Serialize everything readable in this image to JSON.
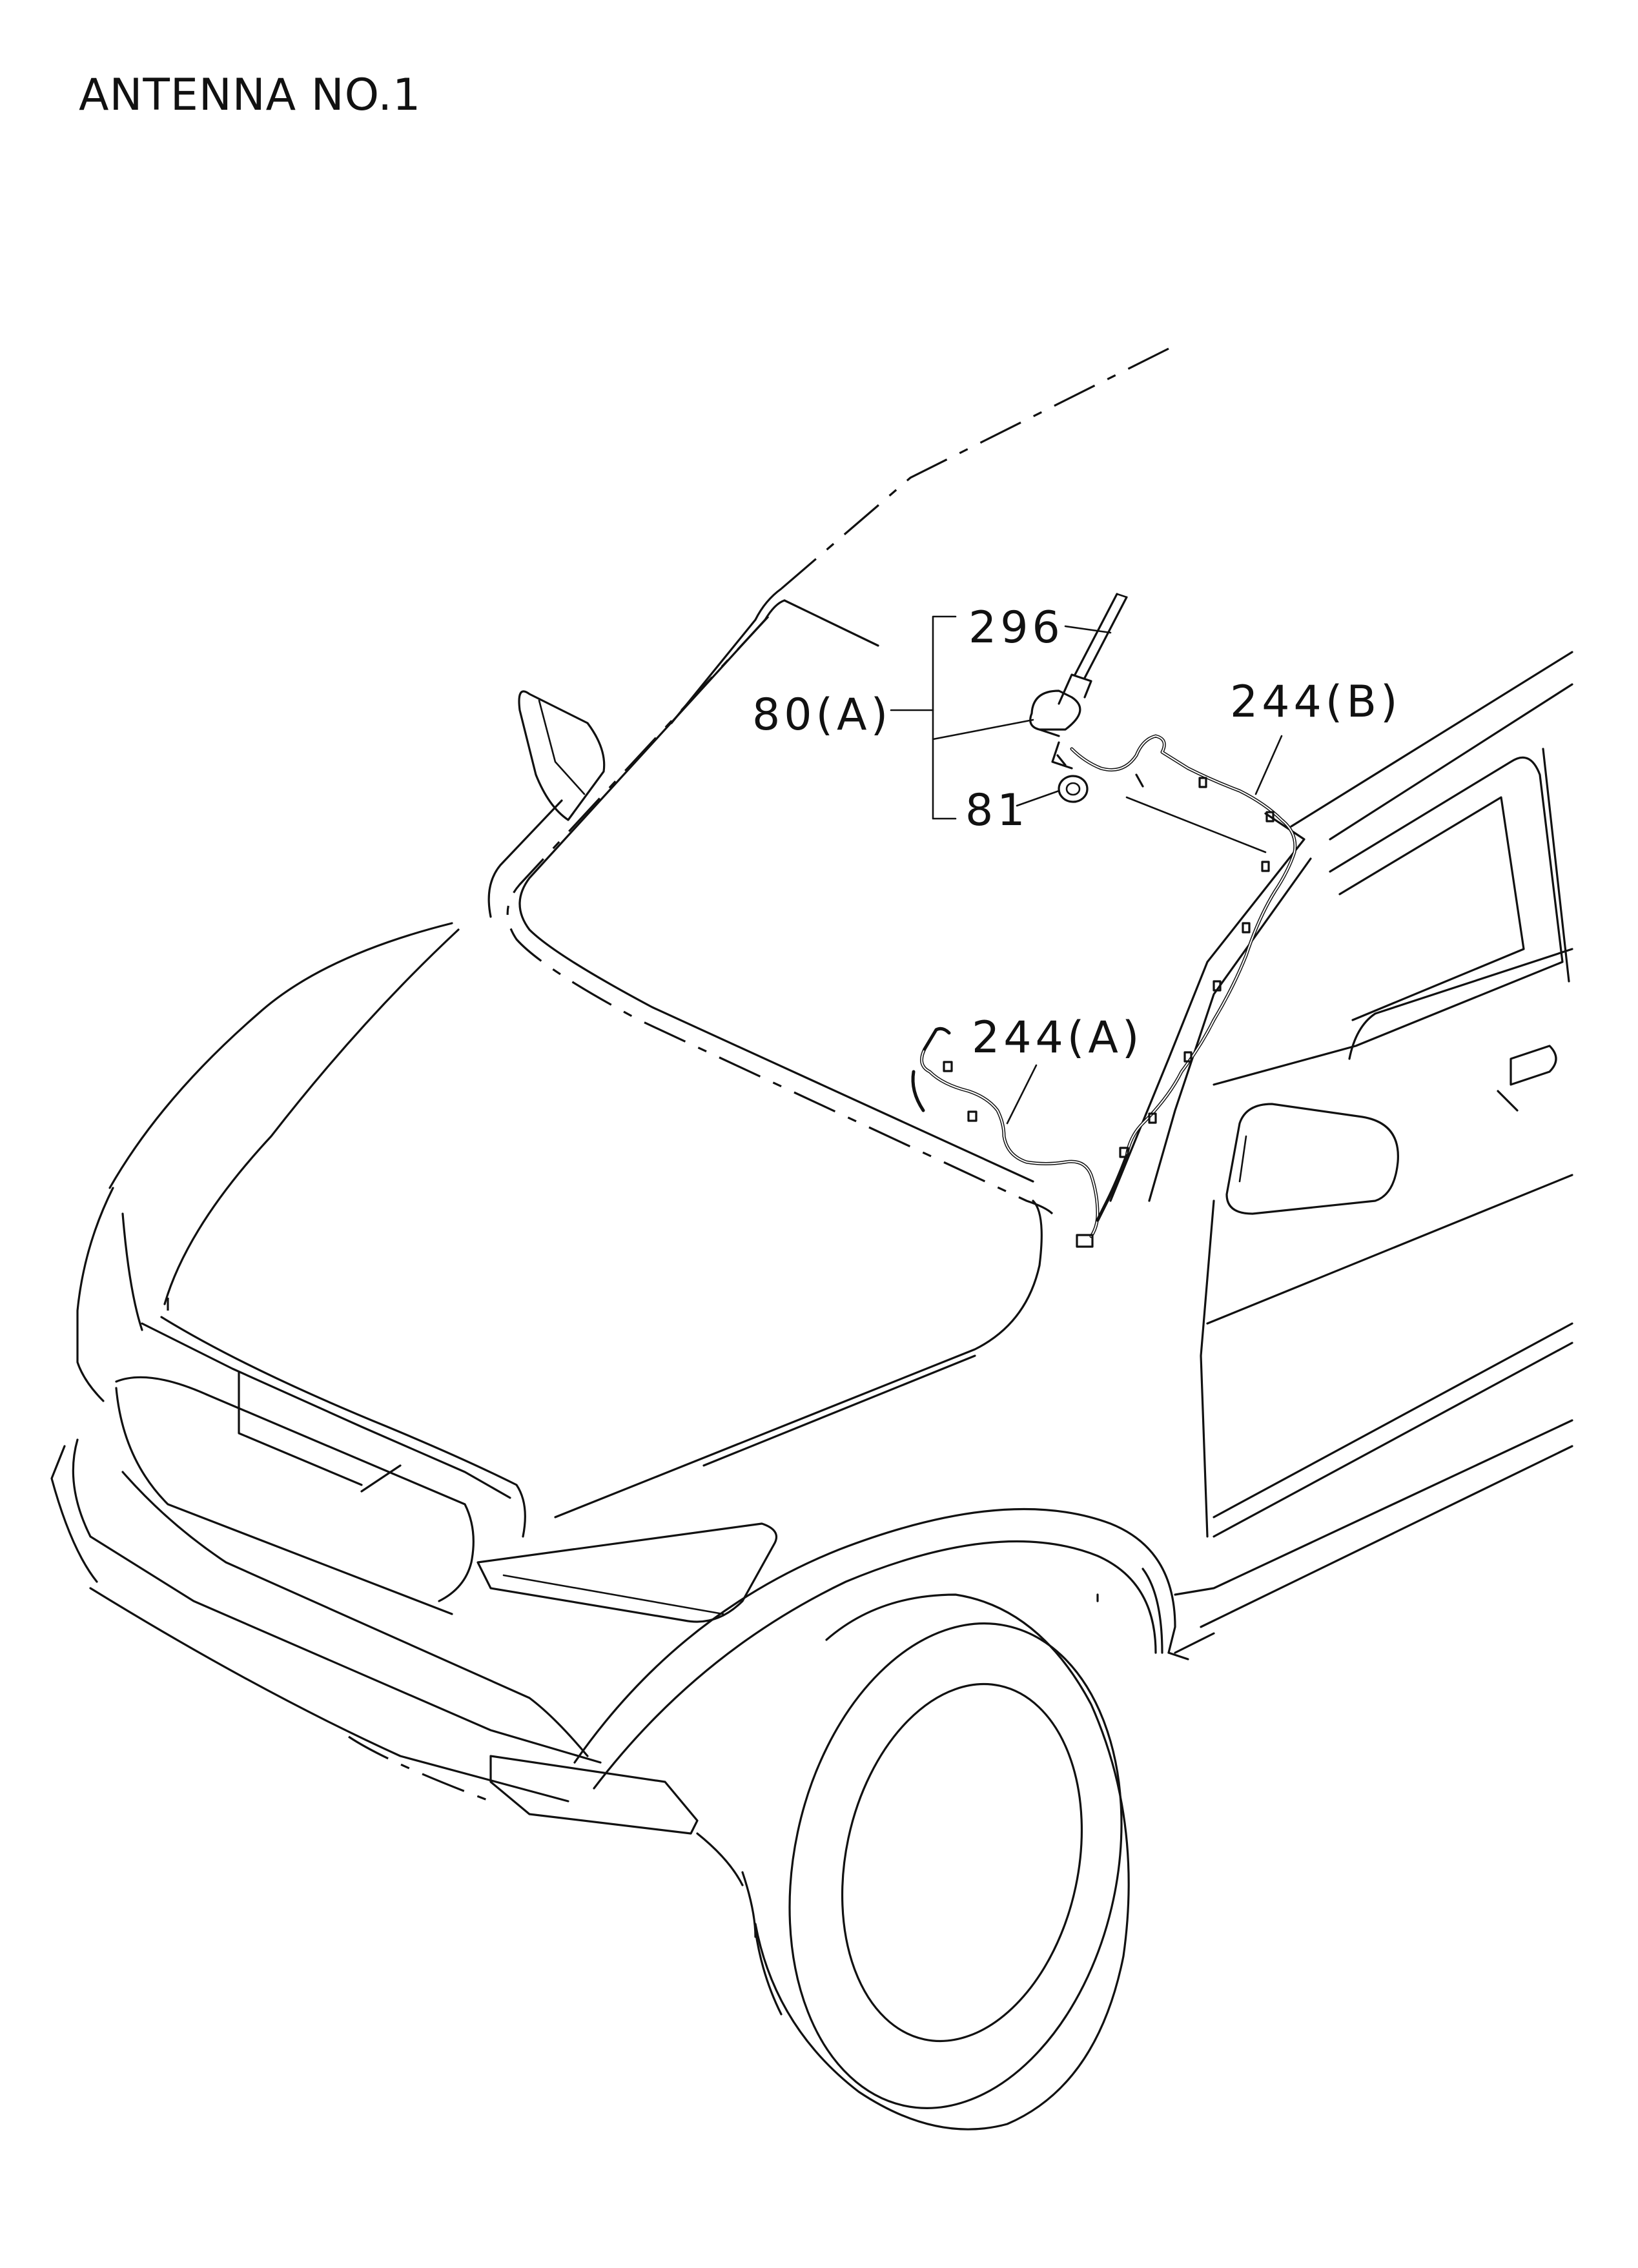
{
  "title": "ANTENNA NO.1",
  "callouts": {
    "antenna_rod": "296",
    "antenna_assembly": "80(A)",
    "antenna_nut": "81",
    "cable_rear": "244(B)",
    "cable_front": "244(A)"
  }
}
